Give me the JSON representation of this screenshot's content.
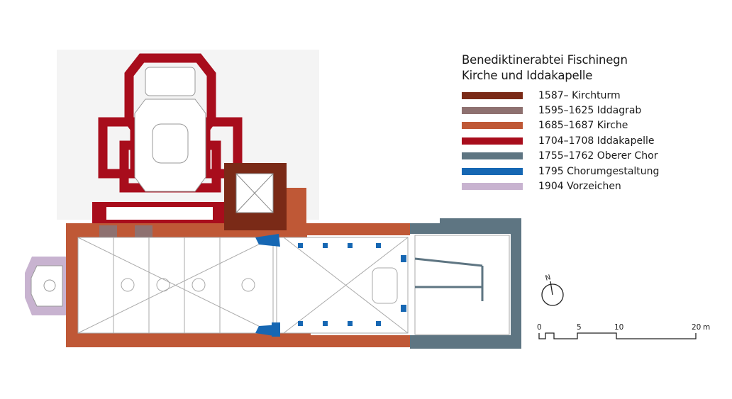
{
  "title": {
    "line1": "Benediktinerabtei Fischinegn",
    "line2": "Kirche und Iddakapelle"
  },
  "legend": [
    {
      "label": "1587– Kirchturm",
      "color": "#7a2a17"
    },
    {
      "label": "1595–1625  Iddagrab",
      "color": "#8e7170"
    },
    {
      "label": "1685–1687  Kirche",
      "color": "#bf5836"
    },
    {
      "label": "1704–1708  Iddakapelle",
      "color": "#a80d1c"
    },
    {
      "label": "1755–1762  Oberer Chor",
      "color": "#5e7582"
    },
    {
      "label": "1795  Chorumgestaltung",
      "color": "#1667b3"
    },
    {
      "label": "1904  Vorzeichen",
      "color": "#c8b3d0"
    }
  ],
  "north_arrow": {
    "label": "N"
  },
  "scale_bar": {
    "ticks": [
      "0",
      "5",
      "10",
      "20"
    ],
    "unit": "m"
  }
}
